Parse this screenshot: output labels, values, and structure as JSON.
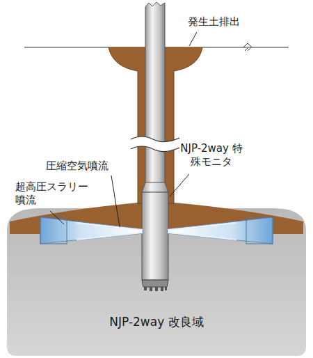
{
  "diagram": {
    "labels": [
      "発生土排出",
      "NJP-2way 特殊モニタ",
      "圧縮空気噴流",
      "超高圧スラリー 噴流",
      "NJP-2way 改良域"
    ]
  }
}
